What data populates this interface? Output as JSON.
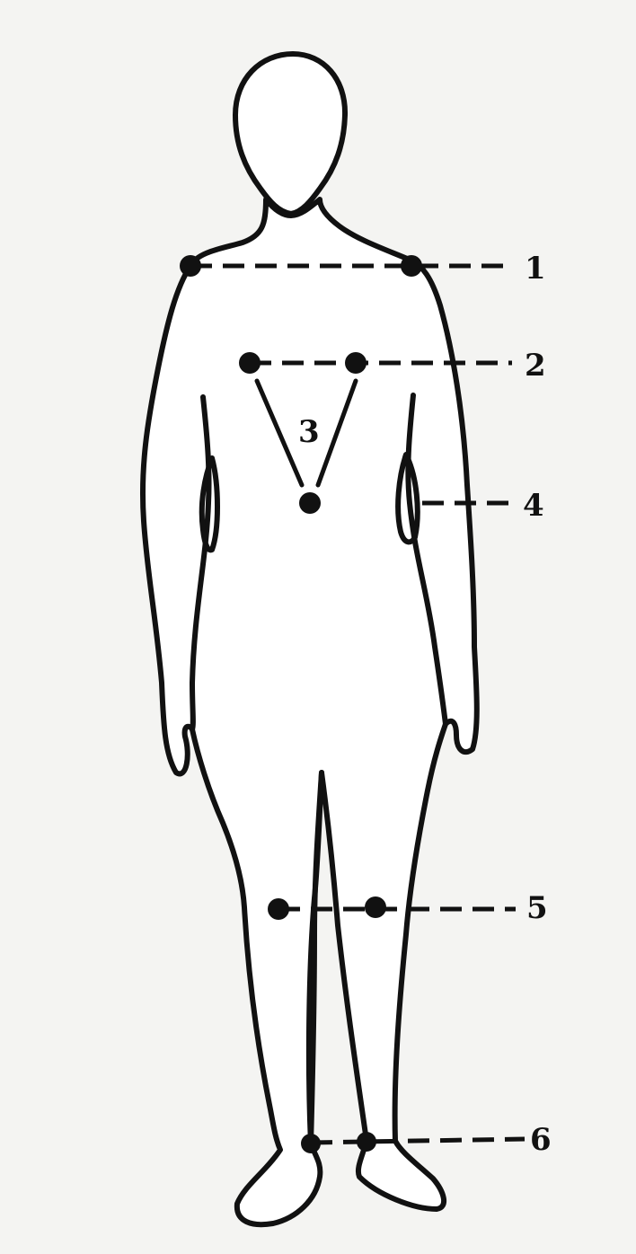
{
  "diagram": {
    "figure": "human-body-outline",
    "measurement_points": [
      {
        "id": "1",
        "label": "1"
      },
      {
        "id": "2",
        "label": "2"
      },
      {
        "id": "3",
        "label": "3"
      },
      {
        "id": "4",
        "label": "4"
      },
      {
        "id": "5",
        "label": "5"
      },
      {
        "id": "6",
        "label": "6"
      }
    ]
  }
}
